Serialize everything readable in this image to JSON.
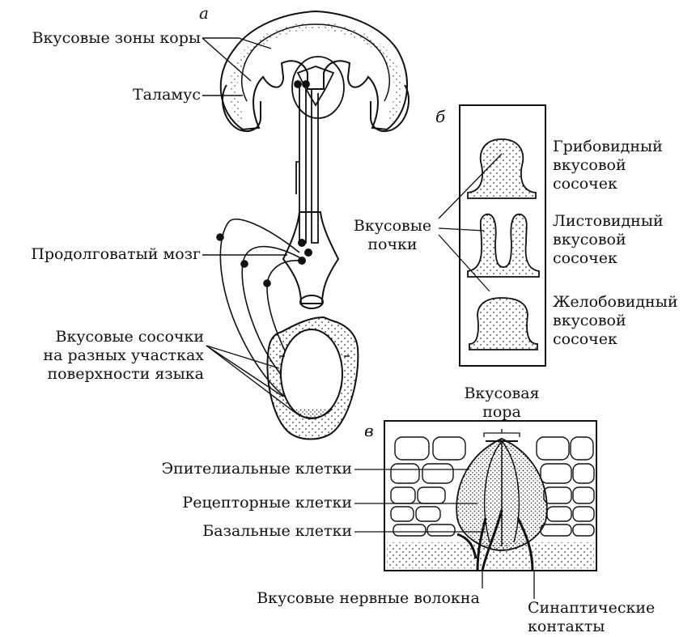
{
  "panels": {
    "a": "а",
    "b": "б",
    "v": "в"
  },
  "labels": {
    "cortex_zones": "Вкусовые зоны коры",
    "thalamus": "Таламус",
    "medulla": "Продолговатый мозг",
    "papillae_tongue": "Вкусовые сосочки\nна разных участках\nповерхности языка",
    "taste_buds": "Вкусовые\nпочки",
    "fungiform": "Грибовидный\nвкусовой\nсосочек",
    "foliate": "Листовидный\nвкусовой\nсосочек",
    "circumvallate": "Желобовидный\nвкусовой\nсосочек",
    "taste_pore": "Вкусовая\nпора",
    "epithelial": "Эпителиальные клетки",
    "receptor": "Рецепторные клетки",
    "basal": "Базальные клетки",
    "nerve_fibers": "Вкусовые нервные волокна",
    "synaptic": "Синаптические\nконтакты"
  }
}
